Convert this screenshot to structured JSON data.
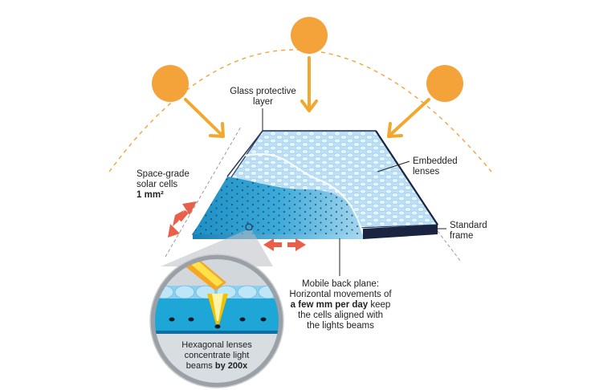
{
  "labels": {
    "glass": {
      "line1": "Glass protective",
      "line2": "layer"
    },
    "embedded": {
      "line1": "Embedded",
      "line2": "lenses"
    },
    "solar_cells": {
      "line1": "Space-grade",
      "line2": "solar cells",
      "line3": "1 mm²"
    },
    "frame": {
      "line1": "Standard",
      "line2": "frame"
    },
    "back_plane": {
      "line1": "Mobile back plane:",
      "line2": "Horizontal movements of",
      "line3_bold": "a few mm per day",
      "line3_rest": " keep",
      "line4": "the cells aligned with",
      "line5": "the lights beams"
    },
    "hex": {
      "line1": "Hexagonal lenses",
      "line2": "concentrate light",
      "line3_plain": "beams ",
      "line3_bold": "by 200x"
    }
  },
  "colors": {
    "sun": "#F4A23A",
    "arrow": "#F2A72E",
    "dashed_arc": "#F4A23A",
    "move_arrow": "#E8604A",
    "panel_light": "#CFE6F6",
    "panel_dark": "#2E9FCF",
    "frame": "#1A2340"
  }
}
